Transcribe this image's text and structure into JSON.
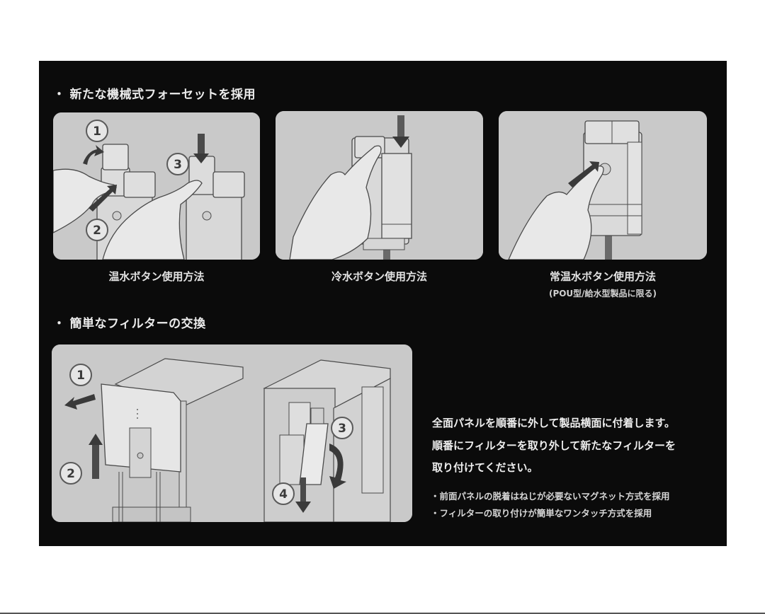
{
  "section1": {
    "heading": "新たな機械式フォーセットを採用",
    "panels": [
      {
        "caption": "温水ボタン使用方法",
        "steps": [
          "1",
          "2",
          "3"
        ]
      },
      {
        "caption": "冷水ボタン使用方法",
        "steps": []
      },
      {
        "caption": "常温水ボタン使用方法",
        "subcaption": "(POU型/給水型製品に限る)",
        "steps": []
      }
    ]
  },
  "section2": {
    "heading": "簡単なフィルターの交換",
    "panel": {
      "steps": [
        "1",
        "2",
        "3",
        "4"
      ]
    },
    "description": [
      "全面パネルを順番に外して製品横面に付着します。",
      "順番にフィルターを取り外して新たなフィルターを",
      "取り付けてください。"
    ],
    "notes": [
      "前面パネルの脱着はねじが必要ないマグネット方式を採用",
      "フィルターの取り付けが簡単なワンタッチ方式を採用"
    ]
  },
  "colors": {
    "sheet_bg": "#0b0b0b",
    "panel_bg": "#c9c9c9",
    "text": "#e9e9e9",
    "step_circle_fill": "#e6e6e6",
    "step_circle_stroke": "#5a5a5a",
    "arrow": "#3a3a3a"
  }
}
